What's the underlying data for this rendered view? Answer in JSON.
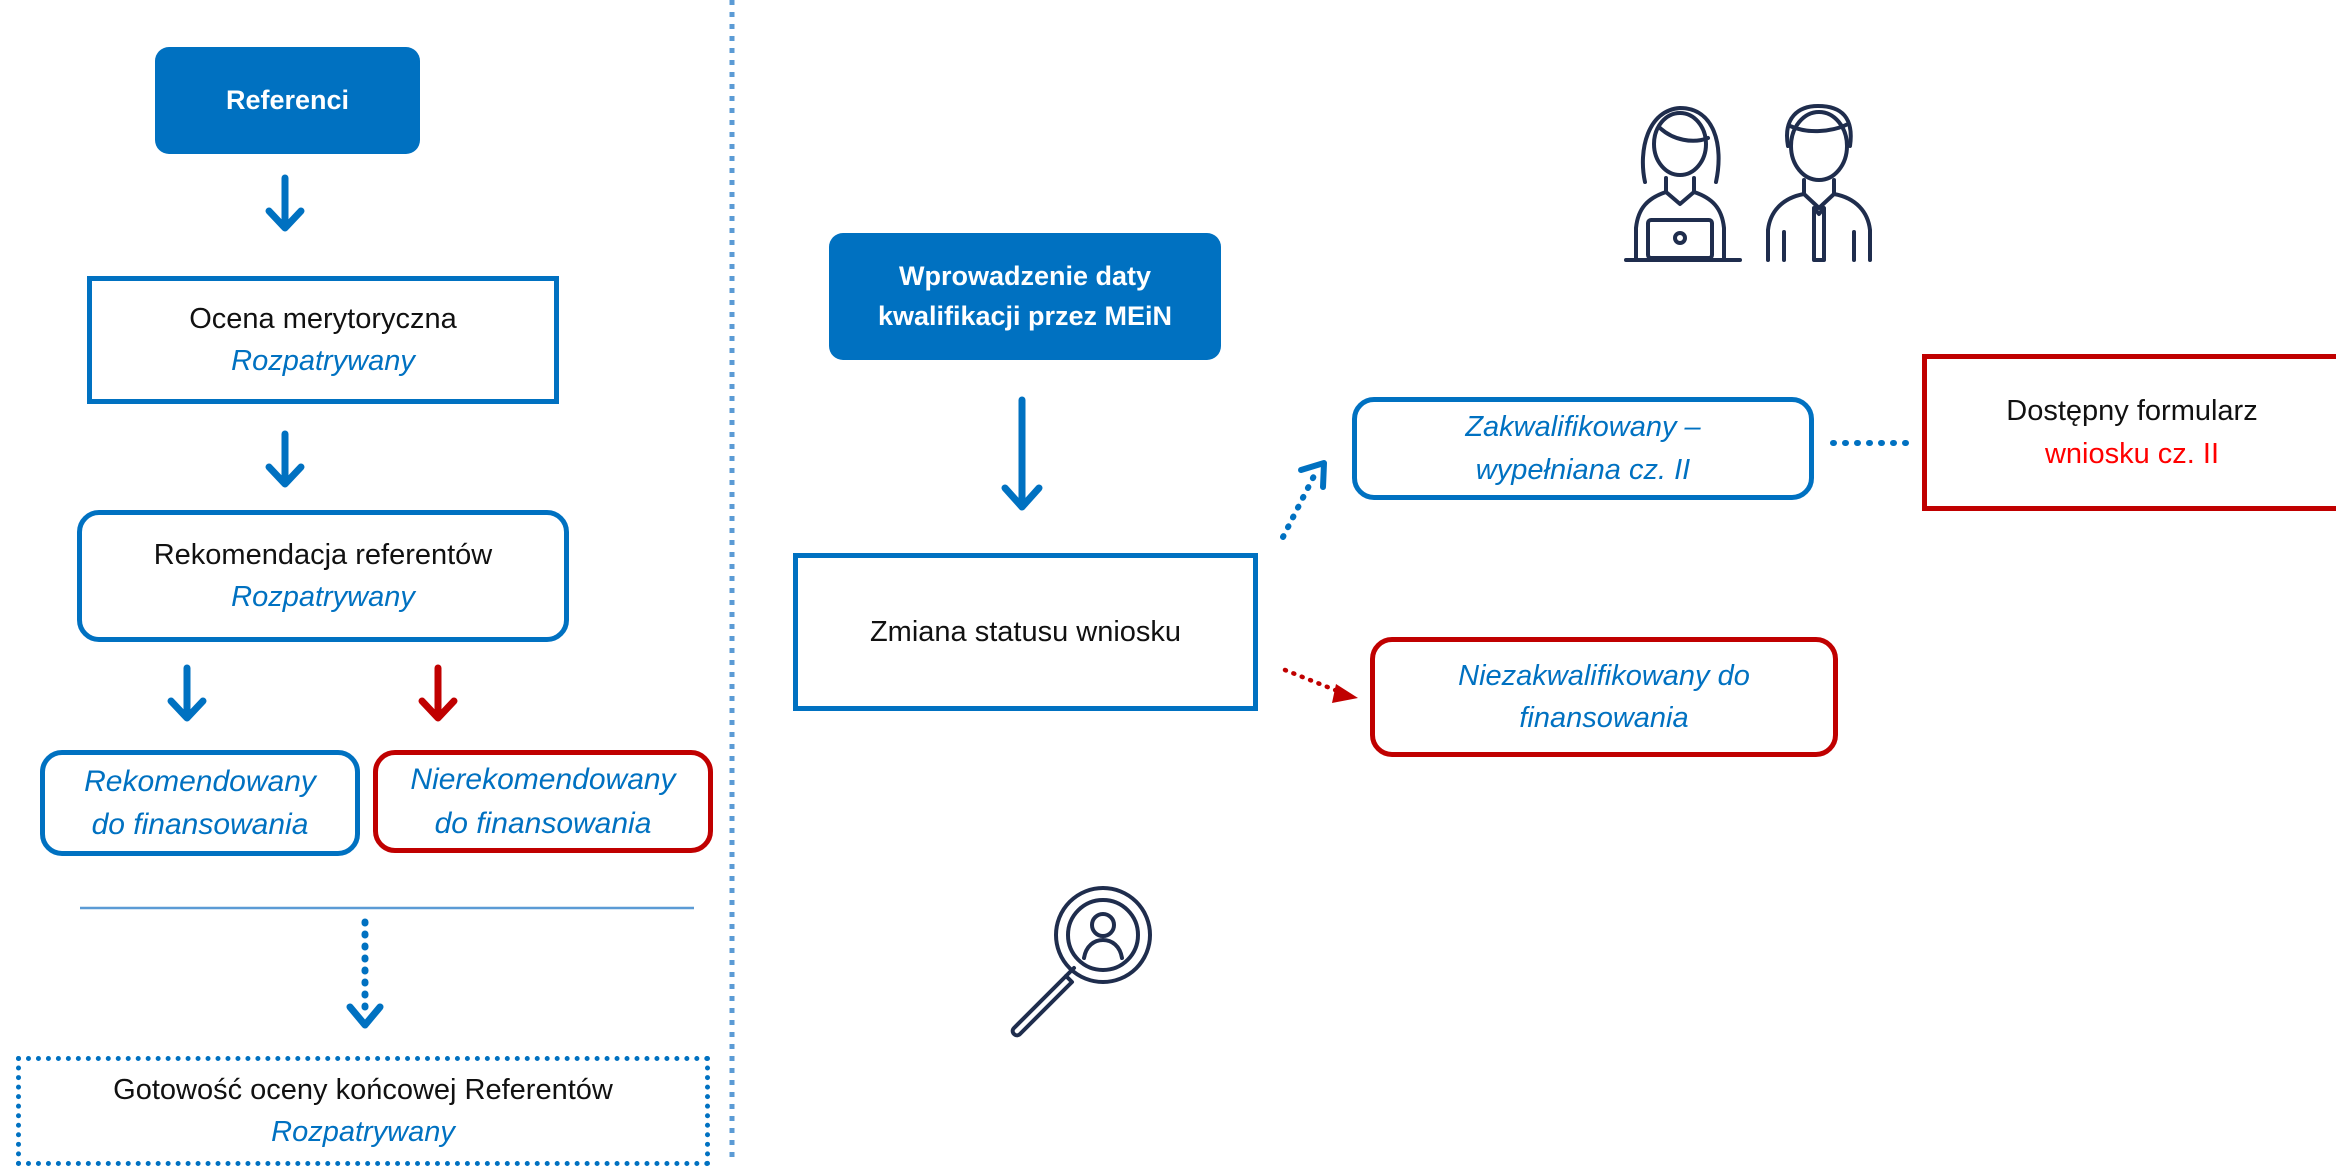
{
  "left": {
    "referenci": "Referenci",
    "ocena": {
      "title": "Ocena  merytoryczna",
      "status": "Rozpatrywany"
    },
    "rekomendacja": {
      "title": "Rekomendacja  referentów",
      "status": "Rozpatrywany"
    },
    "rekomendowany": {
      "line1": "Rekomendowany",
      "line2": "do finansowania"
    },
    "nierekomendowany": {
      "line1": "Nierekomendowany",
      "line2": "do finansowania"
    },
    "gotowosc": {
      "title": "Gotowość oceny końcowej  Referentów",
      "status": "Rozpatrywany"
    }
  },
  "right": {
    "wprowadzenie": {
      "line1": "Wprowadzenie daty",
      "line2": "kwalifikacji  przez MEiN"
    },
    "zmiana": "Zmiana statusu wniosku",
    "zakwalifikowany": {
      "line1": "Zakwalifikowany –",
      "line2": "wypełniana cz. II"
    },
    "niezakwalifikowany": {
      "line1": "Niezakwalifikowany do",
      "line2": "finansowania"
    },
    "dostepny": {
      "line1": "Dostępny formularz",
      "line2": "wniosku cz. II"
    }
  },
  "icons": [
    "users-icon",
    "search-person-icon"
  ],
  "colors": {
    "blue": "#0071c1",
    "red": "#c00000",
    "dark_red": "#b91c1c",
    "bright_red": "#ff0000",
    "icon_navy": "#1f2d4d"
  }
}
